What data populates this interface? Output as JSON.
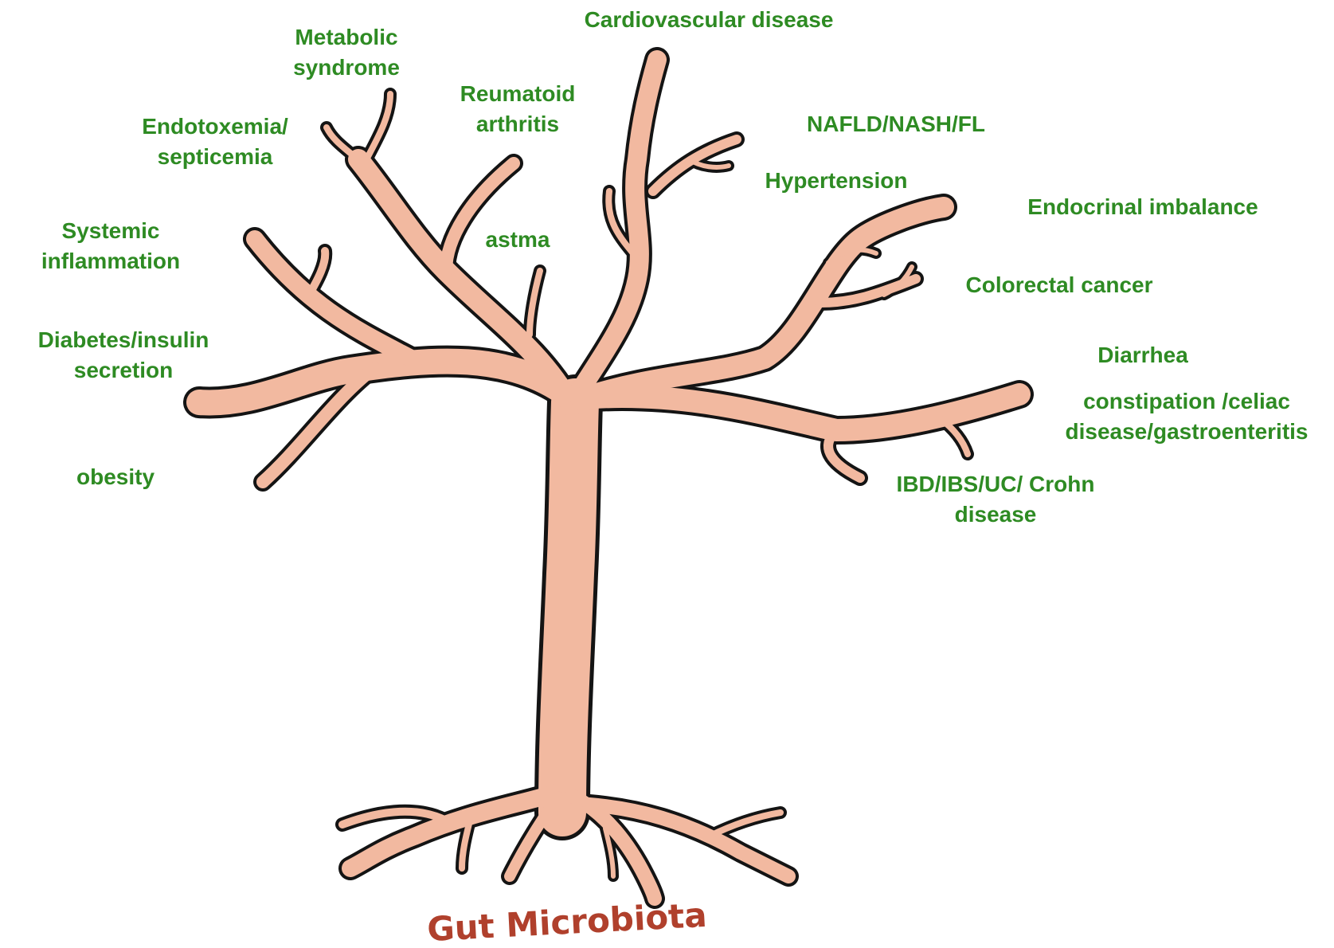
{
  "colors": {
    "label_green": "#2e8b23",
    "trunk_fill": "#f2b9a0",
    "outline": "#141414",
    "root_title": "#b0402c",
    "background": "#ffffff"
  },
  "labels": {
    "cardiovascular": "Cardiovascular disease",
    "metabolic": "Metabolic\nsyndrome",
    "reumatoid": "Reumatoid\narthritis",
    "nafld": "NAFLD/NASH/FL",
    "endotoxemia": "Endotoxemia/\nsepticemia",
    "hypertension": "Hypertension",
    "endocrinal": "Endocrinal imbalance",
    "systemic": "Systemic\ninflammation",
    "astma": "astma",
    "colorectal": "Colorectal cancer",
    "diabetes": "Diabetes/insulin\nsecretion",
    "diarrhea": "Diarrhea",
    "constipation": "constipation /celiac\ndisease/gastroenteritis",
    "obesity": "obesity",
    "ibd": "IBD/IBS/UC/ Crohn\ndisease"
  },
  "root_title": "Gut Microbiota"
}
